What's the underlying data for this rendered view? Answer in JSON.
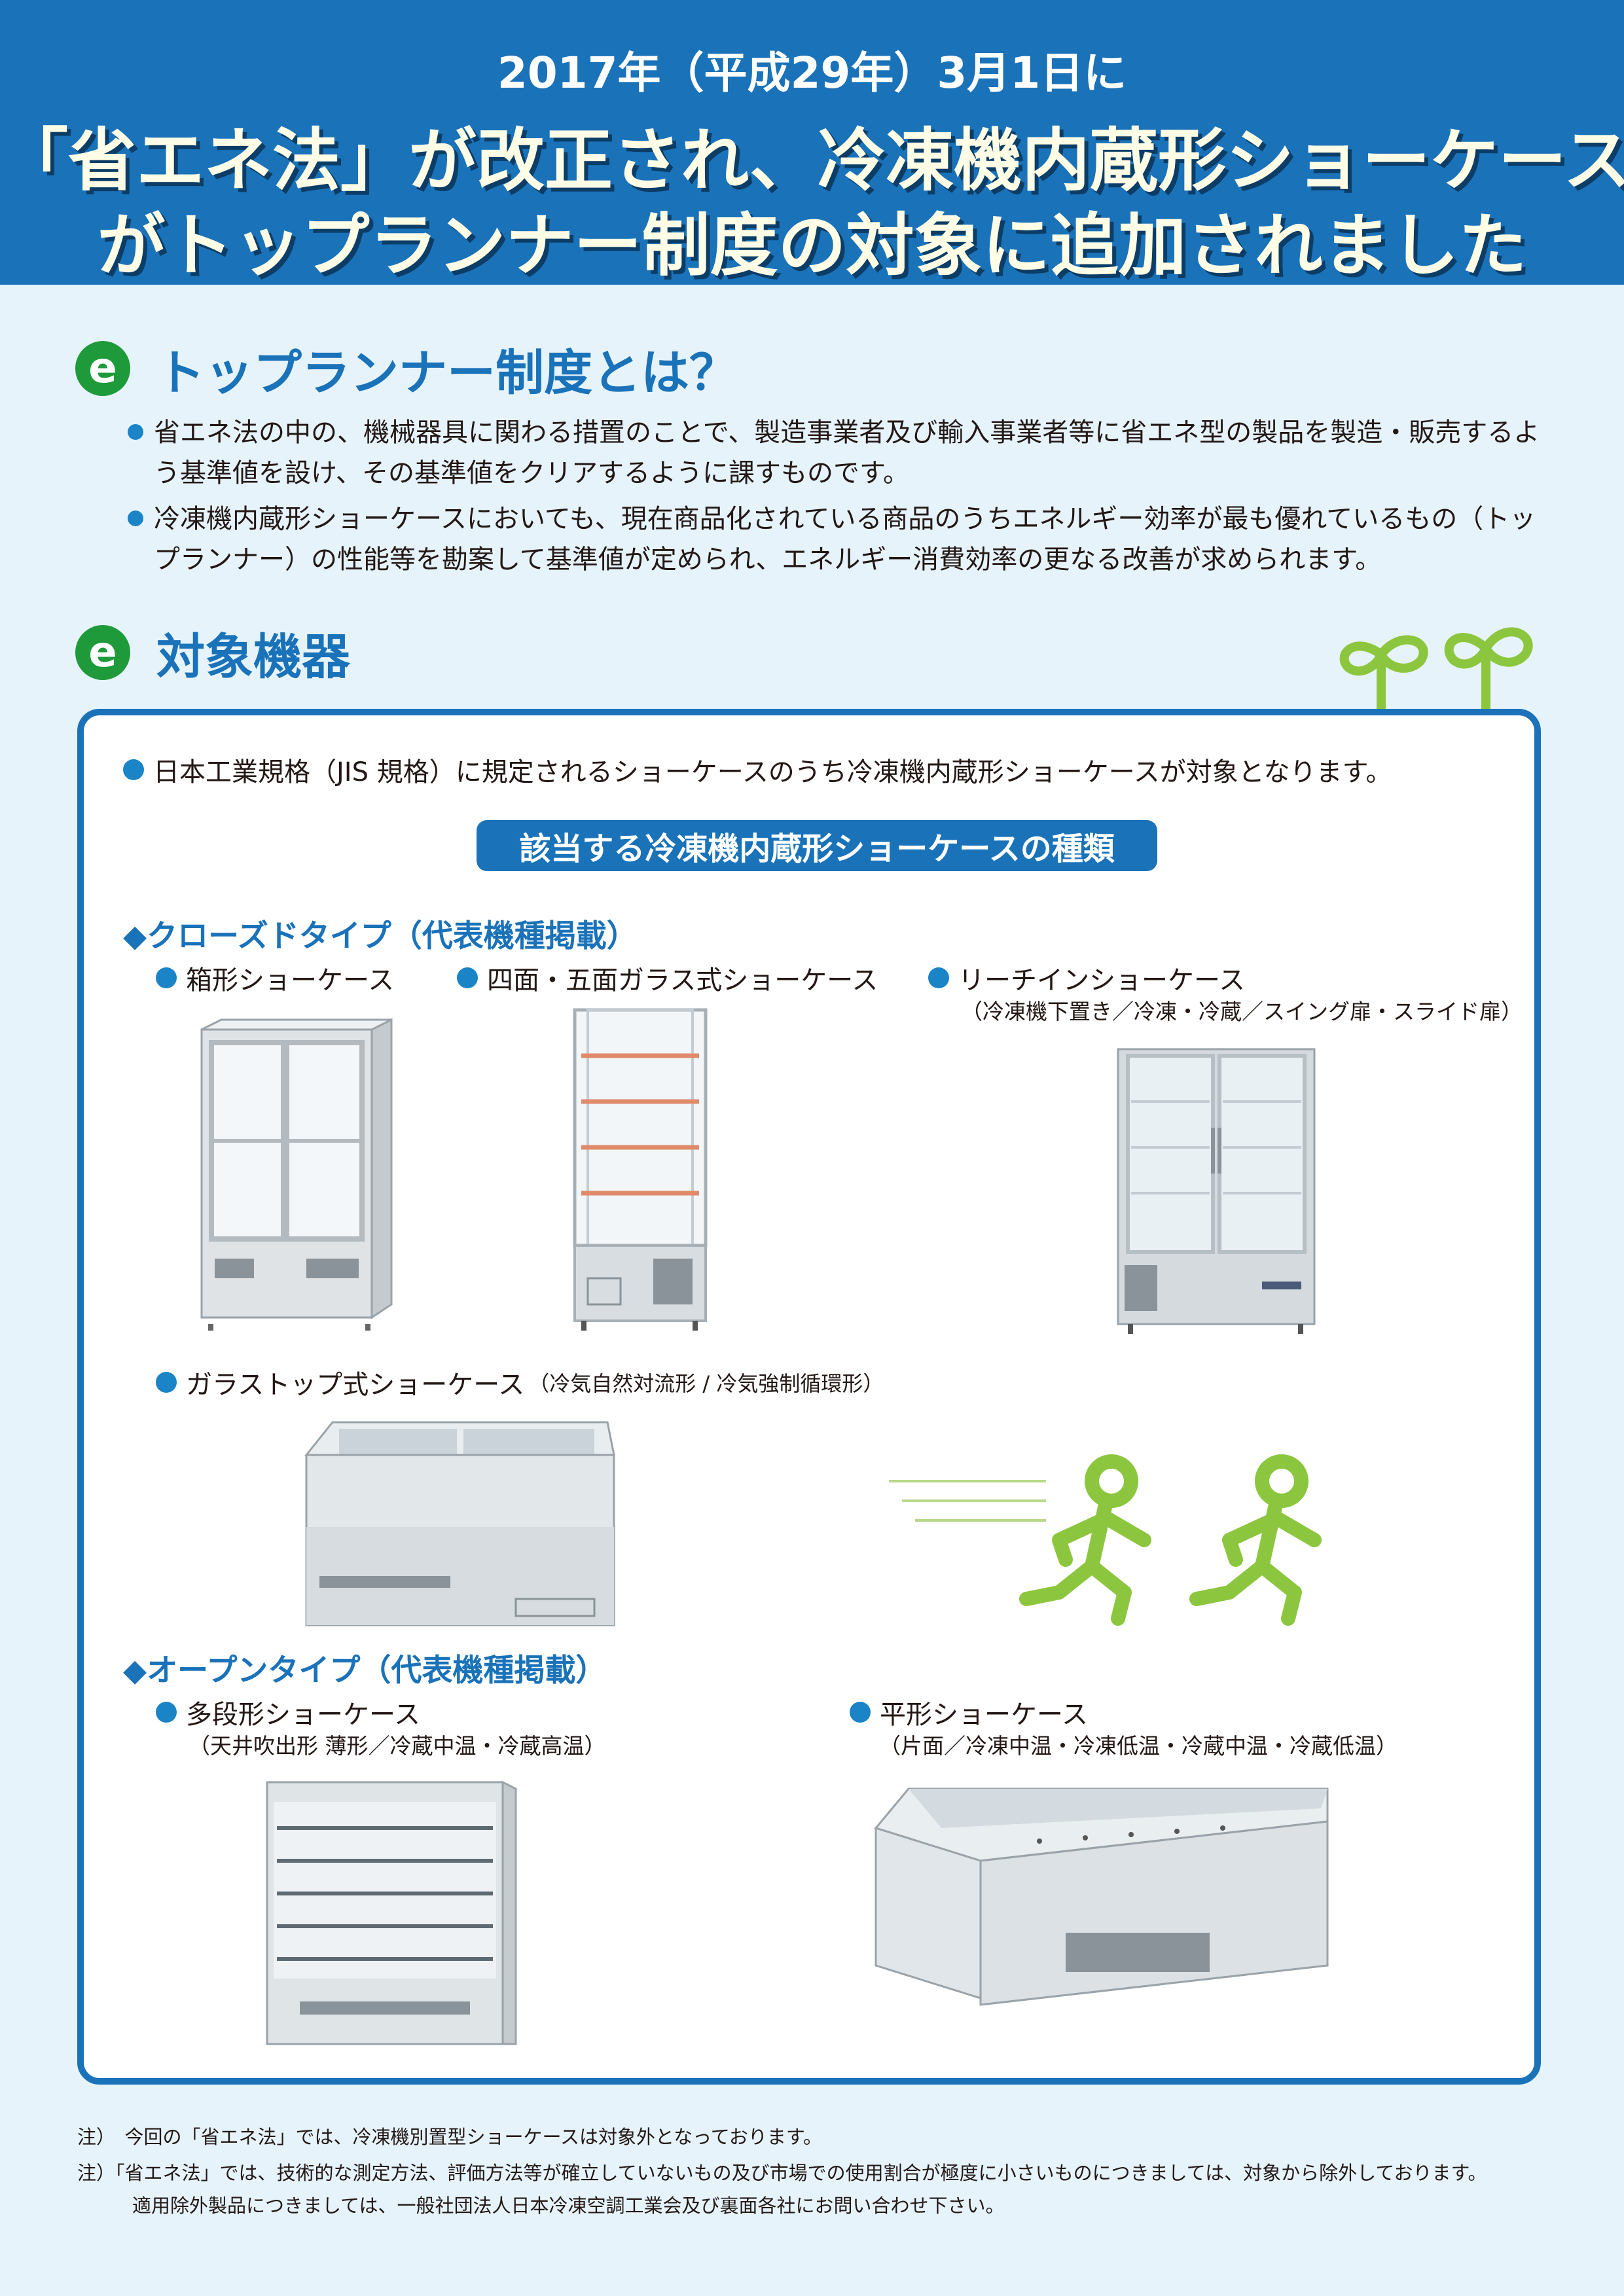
{
  "header": {
    "date_line": "2017年（平成29年）3月1日に",
    "title_line1": "「省エネ法」が改正され、冷凍機内蔵形ショーケース",
    "title_line2": "がトップランナー制度の対象に追加されました"
  },
  "section1": {
    "icon": "e-logo-icon",
    "title": "トップランナー制度とは？",
    "bullets": [
      "省エネ法の中の、機械器具に関わる措置のことで、製造事業者及び輸入事業者等に省エネ型の製品を製造・販売するよう基準値を設け、その基準値をクリアするように課すものです。",
      "冷凍機内蔵形ショーケースにおいても、現在商品化されている商品のうちエネルギー効率が最も優れているもの（トップランナー）の性能等を勘案して基準値が定められ、エネルギー消費効率の更なる改善が求められます。"
    ]
  },
  "section2": {
    "icon": "e-logo-icon",
    "title": "対象機器",
    "lead": "日本工業規格（JIS 規格）に規定されるショーケースのうち冷凍機内蔵形ショーケースが対象となります。",
    "subheading": "該当する冷凍機内蔵形ショーケースの種類",
    "closed_type": {
      "heading": "◆クローズドタイプ（代表機種掲載）",
      "items": [
        {
          "label": "箱形ショーケース",
          "sub": ""
        },
        {
          "label": "四面・五面ガラス式ショーケース",
          "sub": ""
        },
        {
          "label": "リーチインショーケース",
          "sub": "（冷凍機下置き／冷凍・冷蔵／スイング扉・スライド扉）"
        },
        {
          "label": "ガラストップ式ショーケース",
          "sub": "（冷気自然対流形 / 冷気強制循環形）"
        }
      ]
    },
    "open_type": {
      "heading": "◆オープンタイプ（代表機種掲載）",
      "items": [
        {
          "label": "多段形ショーケース",
          "sub": "（天井吹出形 薄形／冷蔵中温・冷蔵高温）"
        },
        {
          "label": "平形ショーケース",
          "sub": "（片面／冷凍中温・冷凍低温・冷蔵中温・冷蔵低温）"
        }
      ]
    }
  },
  "notes": [
    "注）　今回の「省エネ法」では、冷凍機別置型ショーケースは対象外となっております。",
    "注）「省エネ法」では、技術的な測定方法、評価方法等が確立していないもの及び市場での使用割合が極度に小さいものにつきましては、対象から除外しております。",
    "適用除外製品につきましては、一般社団法人日本冷凍空調工業会及び裏面各社にお問い合わせ下さい。"
  ],
  "colors": {
    "primary": "#1a72b9",
    "background": "#e6f3fb",
    "green": "#8cc63f",
    "logo_green": "#1f9a3a"
  }
}
